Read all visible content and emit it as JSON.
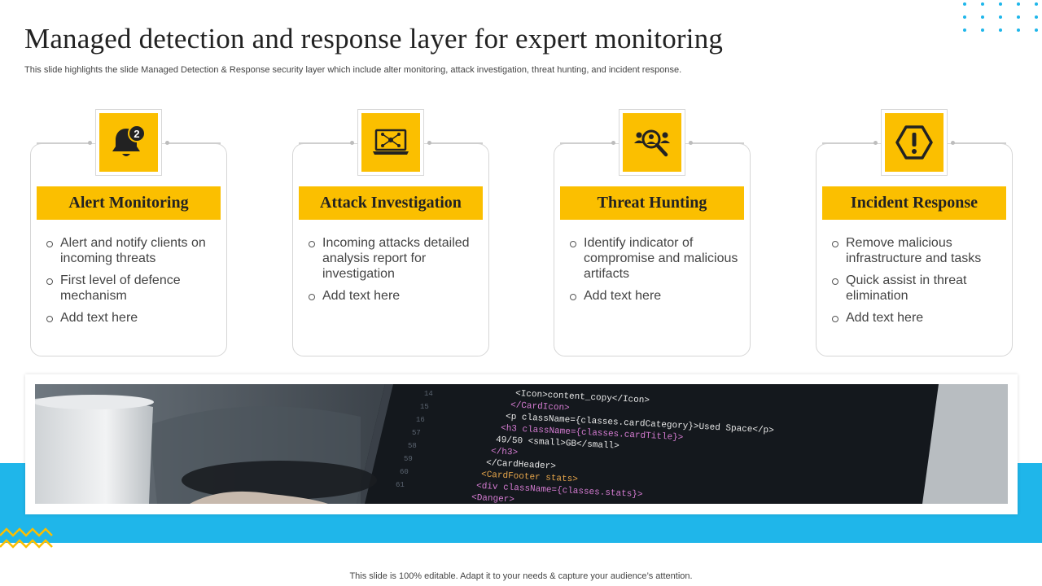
{
  "slide": {
    "title": "Managed detection and response layer for expert monitoring",
    "subtitle": "This slide highlights the slide Managed Detection & Response security layer which include alter monitoring, attack investigation, threat hunting, and incident response.",
    "footer": "This slide is 100% editable. Adapt it to your needs & capture your audience’s attention."
  },
  "colors": {
    "accent": "#fbbf00",
    "band": "#1fb6ea",
    "card_border": "#d6d6d6"
  },
  "cards": [
    {
      "icon": "alert-bell-icon",
      "badge": "2",
      "title": "Alert Monitoring",
      "bullets": [
        "Alert and notify clients on incoming threats",
        "First level of defence mechanism",
        "Add text here"
      ]
    },
    {
      "icon": "laptop-investigation-icon",
      "title": "Attack Investigation",
      "bullets": [
        "Incoming attacks detailed analysis report for investigation",
        "Add text here"
      ]
    },
    {
      "icon": "threat-search-icon",
      "title": "Threat Hunting",
      "bullets": [
        "Identify indicator of compromise and malicious artifacts",
        "Add text here"
      ]
    },
    {
      "icon": "warning-octagon-icon",
      "title": "Incident Response",
      "bullets": [
        "Remove malicious infrastructure  and tasks",
        "Quick assist in threat elimination",
        "Add text here"
      ]
    }
  ],
  "photo": {
    "code_lines": [
      "<Icon>content_copy</Icon>",
      "</CardIcon>",
      "<p className={classes.cardCategory}>Used Space</p>",
      "<h3 className={classes.cardTitle}>",
      "49/50 <small>GB</small>",
      "</h3>",
      "</CardHeader>",
      "<CardFooter stats>",
      "<div className={classes.stats}>",
      "<Danger>"
    ],
    "line_numbers": [
      "14",
      "15",
      "16",
      "57",
      "58",
      "59",
      "60",
      "61"
    ]
  }
}
